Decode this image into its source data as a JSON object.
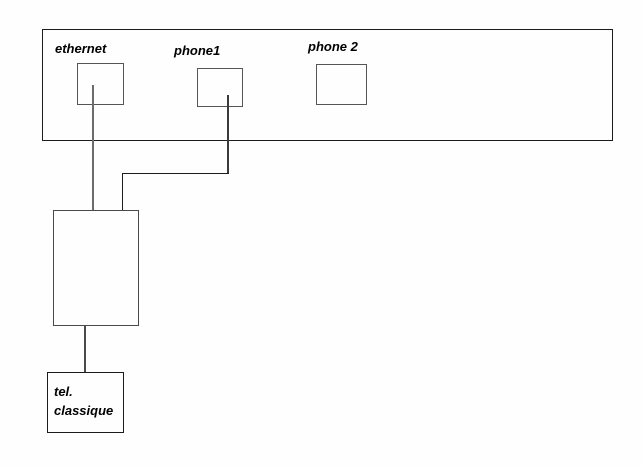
{
  "diagram": {
    "device_panel": {
      "ports": [
        {
          "id": "ethernet",
          "label": "ethernet"
        },
        {
          "id": "phone1",
          "label": "phone1"
        },
        {
          "id": "phone2",
          "label": "phone 2"
        }
      ]
    },
    "splitter_box": {
      "label": ""
    },
    "phone_box": {
      "line1": "tel.",
      "line2": "classique"
    },
    "connections": [
      {
        "from": "port-ethernet",
        "to": "splitter-box",
        "color": "#6b6b6b"
      },
      {
        "from": "port-phone1",
        "to": "splitter-box",
        "color": "#1c1c1c"
      },
      {
        "from": "splitter-box",
        "to": "phone-box",
        "color": "#4a4a4a"
      }
    ]
  },
  "colors": {
    "background": "#fdfefd",
    "panel_border": "#1c1c1c",
    "port_border": "#565656",
    "splitter_border": "#4a4a4a",
    "phone_box_border": "#1c1c1c",
    "text": "#000000"
  }
}
